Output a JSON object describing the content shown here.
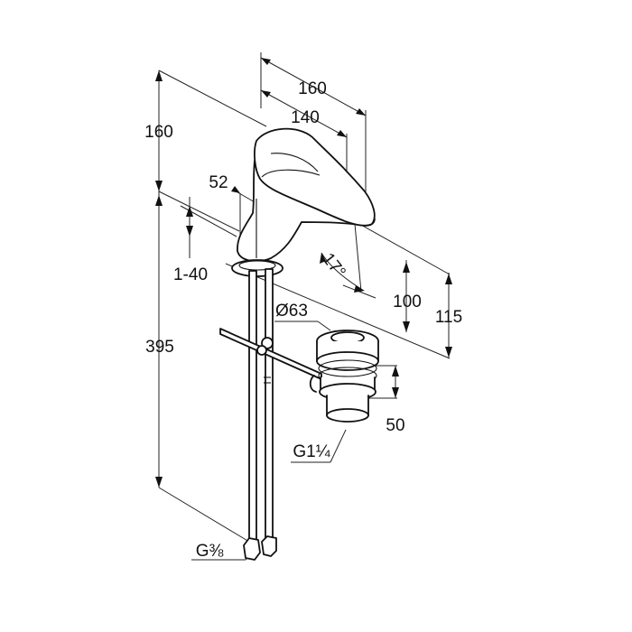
{
  "dimensions": {
    "spout_reach_total": "160",
    "spout_reach": "140",
    "height_top": "160",
    "handle_offset": "52",
    "deck_thickness": "1-40",
    "spout_angle": "17°",
    "spout_height": "100",
    "total_height_right": "115",
    "drain_diameter": "Ø63",
    "drain_height": "50",
    "drain_thread": "G1¼",
    "hose_length": "395",
    "hose_thread": "G⅜"
  }
}
